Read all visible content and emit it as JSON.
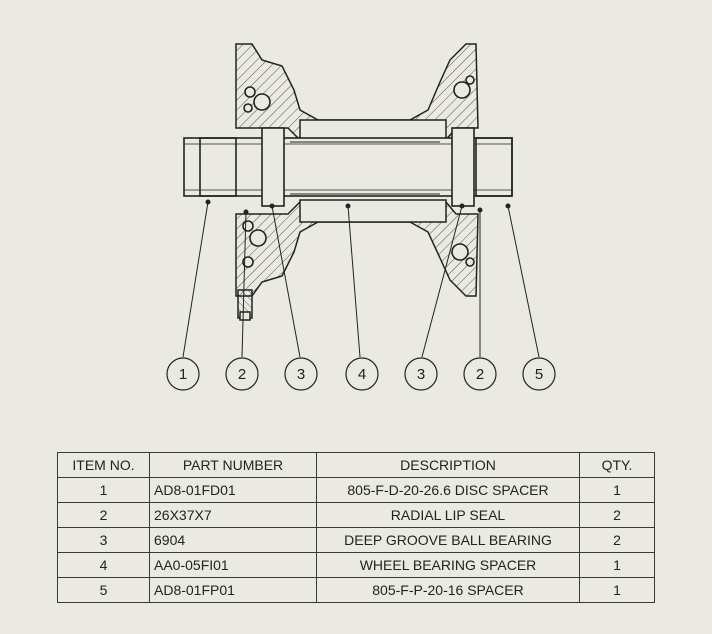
{
  "balloons": [
    "1",
    "2",
    "3",
    "4",
    "3",
    "2",
    "5"
  ],
  "bom": {
    "headers": {
      "item": "ITEM NO.",
      "part": "PART NUMBER",
      "description": "DESCRIPTION",
      "qty": "QTY."
    },
    "rows": [
      {
        "item": "1",
        "part": "AD8-01FD01",
        "description": "805-F-D-20-26.6 DISC SPACER",
        "qty": "1"
      },
      {
        "item": "2",
        "part": "26X37X7",
        "description": "RADIAL LIP SEAL",
        "qty": "2"
      },
      {
        "item": "3",
        "part": "6904",
        "description": "DEEP GROOVE BALL BEARING",
        "qty": "2"
      },
      {
        "item": "4",
        "part": "AA0-05FI01",
        "description": "WHEEL BEARING SPACER",
        "qty": "1"
      },
      {
        "item": "5",
        "part": "AD8-01FP01",
        "description": "805-F-P-20-16 SPACER",
        "qty": "1"
      }
    ]
  }
}
